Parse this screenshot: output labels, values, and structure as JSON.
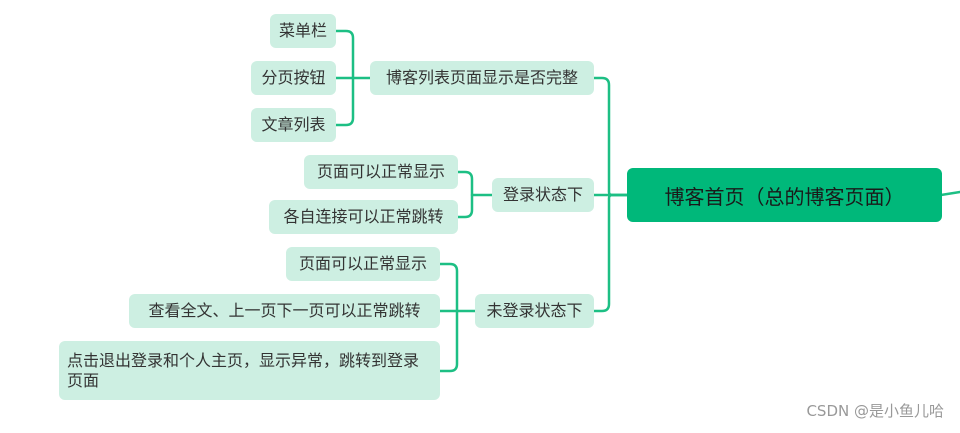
{
  "root": {
    "label": "博客首页（总的博客页面）"
  },
  "branches": [
    {
      "label": "博客列表页面显示是否完整",
      "children": [
        "菜单栏",
        "分页按钮",
        "文章列表"
      ]
    },
    {
      "label": "登录状态下",
      "children": [
        "页面可以正常显示",
        "各自连接可以正常跳转"
      ]
    },
    {
      "label": "未登录状态下",
      "children": [
        "页面可以正常显示",
        "查看全文、上一页下一页可以正常跳转",
        "点击退出登录和个人主页，显示异常，跳转到登录页面"
      ]
    }
  ],
  "watermark": "CSDN @是小鱼儿哈",
  "colors": {
    "connector": "#1dbf84",
    "node_fill": "#cdefe2",
    "root_fill": "#00b87a",
    "text": "#333333"
  }
}
